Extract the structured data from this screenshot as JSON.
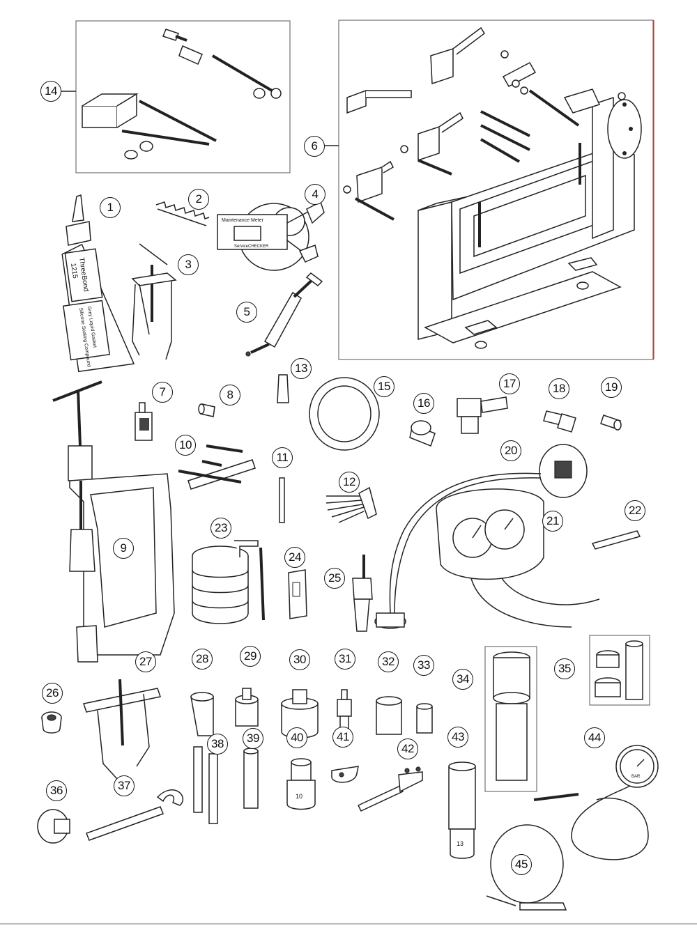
{
  "callouts": [
    {
      "id": "1",
      "label": "1"
    },
    {
      "id": "2",
      "label": "2"
    },
    {
      "id": "3",
      "label": "3"
    },
    {
      "id": "4",
      "label": "4"
    },
    {
      "id": "5",
      "label": "5"
    },
    {
      "id": "6",
      "label": "6"
    },
    {
      "id": "7",
      "label": "7"
    },
    {
      "id": "8",
      "label": "8"
    },
    {
      "id": "9",
      "label": "9"
    },
    {
      "id": "10",
      "label": "10"
    },
    {
      "id": "11",
      "label": "11"
    },
    {
      "id": "12",
      "label": "12"
    },
    {
      "id": "13",
      "label": "13"
    },
    {
      "id": "14",
      "label": "14"
    },
    {
      "id": "15",
      "label": "15"
    },
    {
      "id": "16",
      "label": "16"
    },
    {
      "id": "17",
      "label": "17"
    },
    {
      "id": "18",
      "label": "18"
    },
    {
      "id": "19",
      "label": "19"
    },
    {
      "id": "20",
      "label": "20"
    },
    {
      "id": "21",
      "label": "21"
    },
    {
      "id": "22",
      "label": "22"
    },
    {
      "id": "23",
      "label": "23"
    },
    {
      "id": "24",
      "label": "24"
    },
    {
      "id": "25",
      "label": "25"
    },
    {
      "id": "26",
      "label": "26"
    },
    {
      "id": "27",
      "label": "27"
    },
    {
      "id": "28",
      "label": "28"
    },
    {
      "id": "29",
      "label": "29"
    },
    {
      "id": "30",
      "label": "30"
    },
    {
      "id": "31",
      "label": "31"
    },
    {
      "id": "32",
      "label": "32"
    },
    {
      "id": "33",
      "label": "33"
    },
    {
      "id": "34",
      "label": "34"
    },
    {
      "id": "35",
      "label": "35"
    },
    {
      "id": "36",
      "label": "36"
    },
    {
      "id": "37",
      "label": "37"
    },
    {
      "id": "38",
      "label": "38"
    },
    {
      "id": "39",
      "label": "39"
    },
    {
      "id": "40",
      "label": "40"
    },
    {
      "id": "41",
      "label": "41"
    },
    {
      "id": "42",
      "label": "42"
    },
    {
      "id": "43",
      "label": "43"
    },
    {
      "id": "44",
      "label": "44"
    },
    {
      "id": "45",
      "label": "45"
    }
  ],
  "tube_text": {
    "brand": "ThreeBond",
    "number": "1215",
    "line1": "Grey Liquid Gasket",
    "line2": "Silicone Sealing Compound"
  },
  "meter_text": {
    "title": "Maintenance Meter",
    "footer": "ServiceCHECKER"
  },
  "socket_10_label": "10",
  "socket_13_label": "13",
  "gauge_44_label": "BAR"
}
